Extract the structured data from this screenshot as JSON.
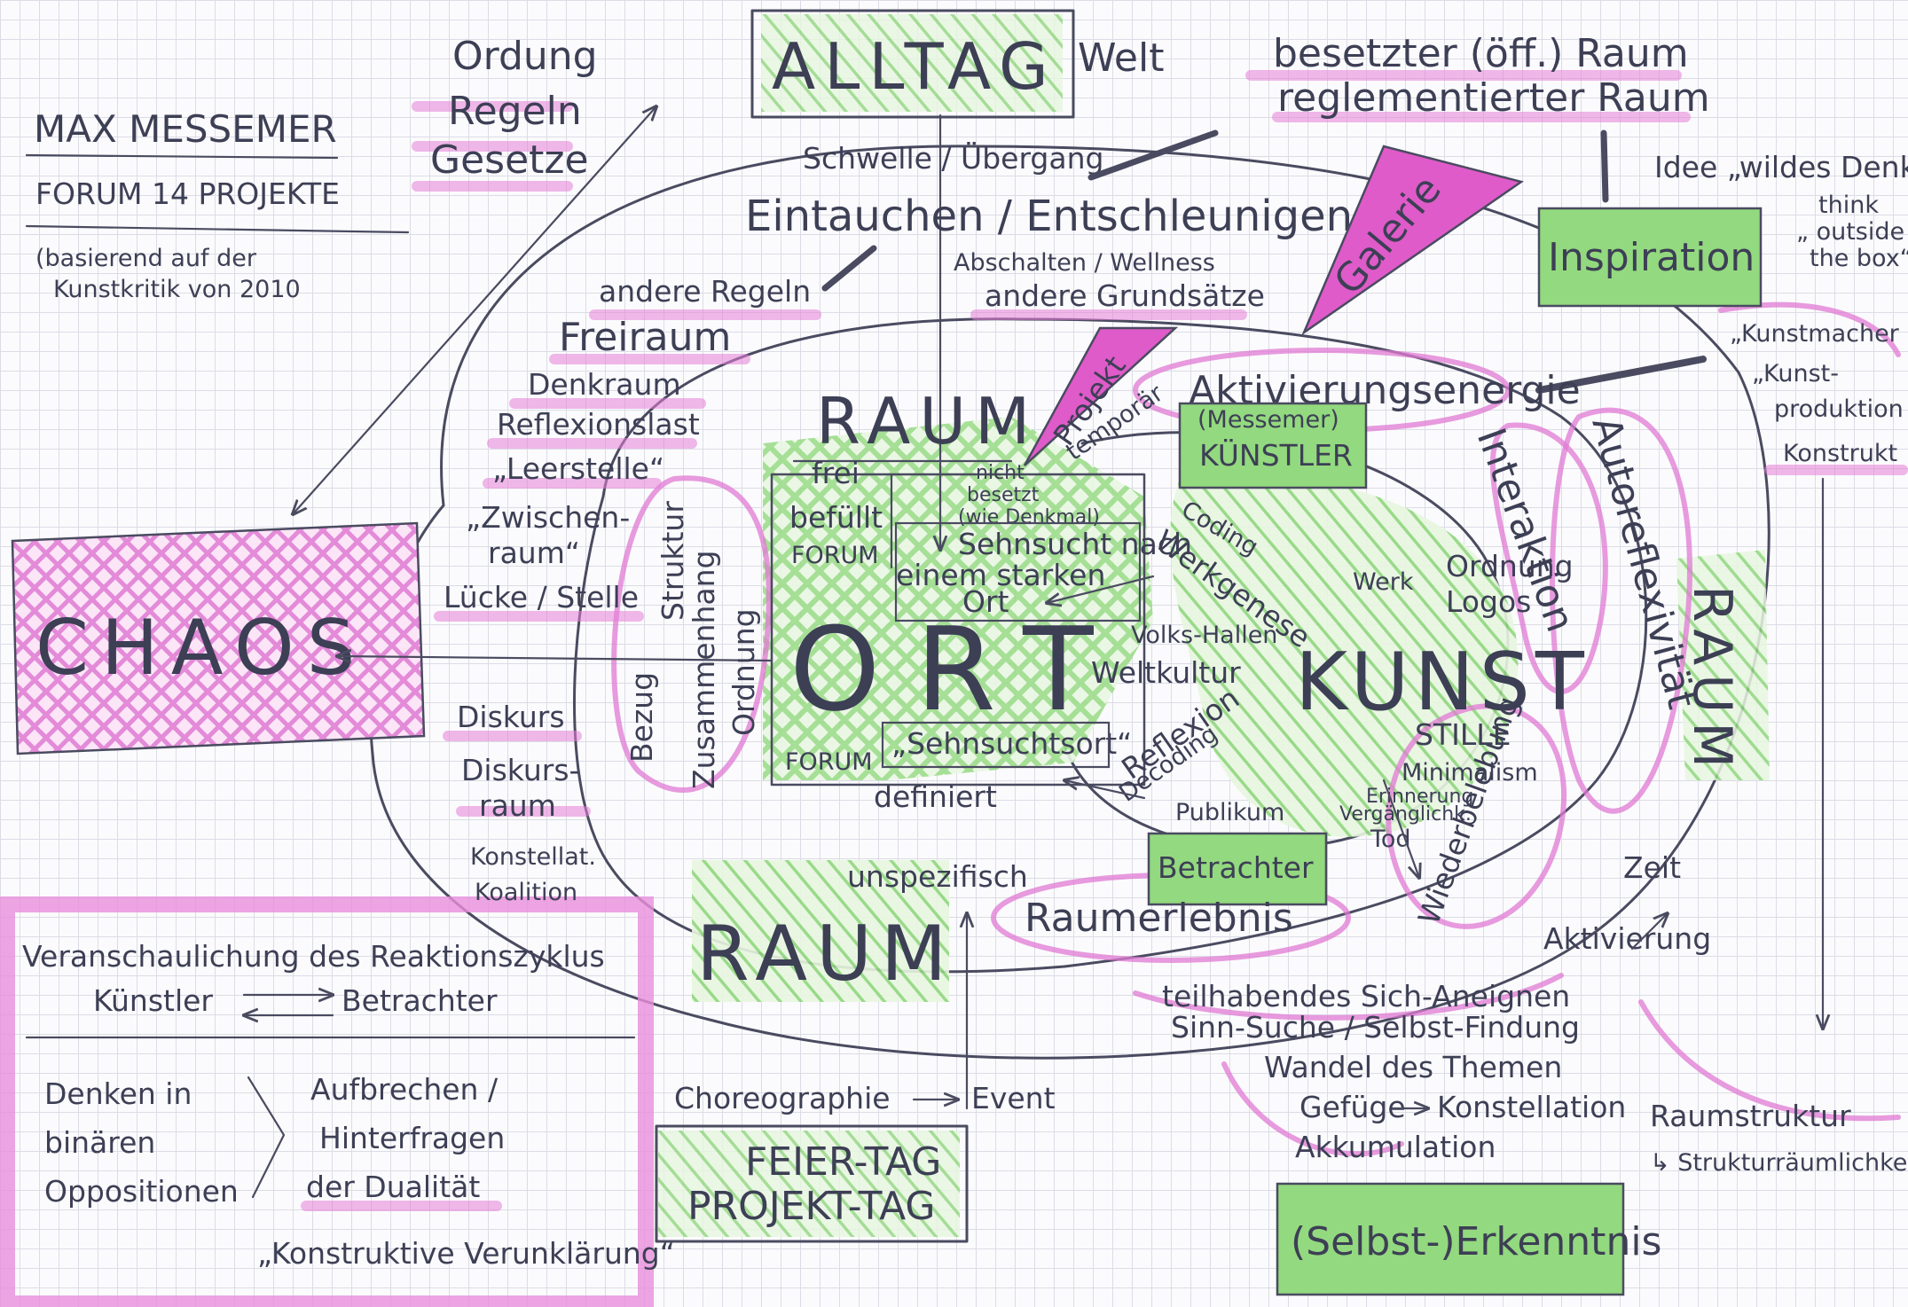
{
  "author": {
    "name": "MAX MESSEMER",
    "subtitle": "FORUM 14 PROJEKTE",
    "note_line1": "(basierend auf der",
    "note_line2": "Kunstkritik von 2010"
  },
  "top": {
    "ordnung": [
      "Ordung",
      "Regeln",
      "Gesetze"
    ],
    "alltag": "ALLTAG",
    "welt": "Welt",
    "besetzter_raum": "besetzter (öff.) Raum",
    "reglementierter_raum": "reglementierter Raum",
    "idee": "Idee „wildes Denken“",
    "think": [
      "think",
      "„ outside",
      "the box“"
    ],
    "inspiration": "Inspiration",
    "kunst_terms": [
      "„Kunstmacher",
      "„Kunst-",
      "produktion",
      "Konstrukt"
    ]
  },
  "outer_ring": {
    "schwelle": "Schwelle / Übergang",
    "eintauchen": "Eintauchen / Entschleunigen",
    "abschalten": "Abschalten / Wellness",
    "andere_grundsaetze": "andere Grundsätze",
    "andere_regeln": "andere Regeln",
    "freiraum": "Freiraum",
    "denkraum": "Denkraum",
    "reflexionslast": "Reflexionslast",
    "leerstelle": "„Leerstelle“",
    "zwischenraum": [
      "„Zwischen-",
      "raum“"
    ],
    "luecke": "Lücke / Stelle",
    "diskurs": [
      "Diskurs",
      "Diskurs-",
      "raum",
      "Konstellat.",
      "Koalition"
    ],
    "galerie": "Galerie",
    "projekt": "Projekt",
    "temporaer": "temporär"
  },
  "chaos": "CHAOS",
  "inner": {
    "raum_top": "RAUM",
    "frei": "frei",
    "befuellt": "befüllt",
    "forum_1": "FORUM",
    "ort": "ORT",
    "nicht_besetzt": [
      "nicht",
      "besetzt",
      "(wie Denkmal)"
    ],
    "sehnsucht_nach": [
      "Sehnsucht nach",
      "einem starken",
      "Ort"
    ],
    "forum_2": "FORUM",
    "sehnsuchtsort": "„Sehnsuchtsort“",
    "definiert": "definiert",
    "bezug": "Bezug",
    "struktur": "Struktur",
    "zusammenhang": "Zusammenhang",
    "ordnung": "Ordnung"
  },
  "kunst_area": {
    "aktivierungsenergie": "Aktivierungsenergie",
    "kuenstler": [
      "(Messemer)",
      "KÜNSTLER"
    ],
    "coding": "Coding",
    "werkgenese": "Werkgenese",
    "werk": "Werk",
    "ordnung": "Ordnung",
    "logos": "Logos",
    "kunst": "KUNST",
    "volkshallen": "Volks-Hallen",
    "weltkultur": "Weltkultur",
    "reflexion": "Reflexion",
    "decoding": "Decoding",
    "stille": "STILLE",
    "minimalism": "Minimalism",
    "erinnerung": "Erinnerung",
    "vergaenglich": "Vergänglichk.",
    "tod": "Tod",
    "publikum": "Publikum",
    "betrachter": "Betrachter",
    "interaktion": "Interaktion",
    "autoreflexivitaet": "Autoreflexivität",
    "raum_right": "RAUM",
    "wiederbelebung": "Wiederbelebung",
    "zeit": "Zeit",
    "aktivierung": "Aktivierung"
  },
  "bottom": {
    "raum_bottom": "RAUM",
    "unspezifisch": "unspezifisch",
    "raumerlebnis": "Raumerlebnis",
    "teilhabendes": "teilhabendes Sich-Aneignen",
    "sinn_suche": "Sinn-Suche / Selbst-Findung",
    "wandel": "Wandel des Themen",
    "gefuege": "Gefüge",
    "konstellation": "Konstellation",
    "akkumulation": "Akkumulation",
    "raumstruktur": "Raumstruktur",
    "strukturraum": "↳ Strukturräumlichkeit",
    "selbsterkenntnis": "(Selbst-)Erkenntnis",
    "choreographie": "Choreographie",
    "event": "Event",
    "feiertag": "FEIER-TAG",
    "projekttag": "PROJEKT-TAG"
  },
  "legend": {
    "title": "Veranschaulichung des Reaktionszyklus",
    "kuenstler": "Künstler",
    "betrachter": "Betrachter",
    "denken": [
      "Denken in",
      "binären",
      "Oppositionen"
    ],
    "aufbrechen": [
      "Aufbrechen /",
      "Hinterfragen",
      "der Dualität"
    ],
    "konstruktive": "„Konstruktive Verunklärung“"
  },
  "colors": {
    "ink": "#4a4b60",
    "pink": "#e07ad3",
    "green": "#8ed67a"
  }
}
